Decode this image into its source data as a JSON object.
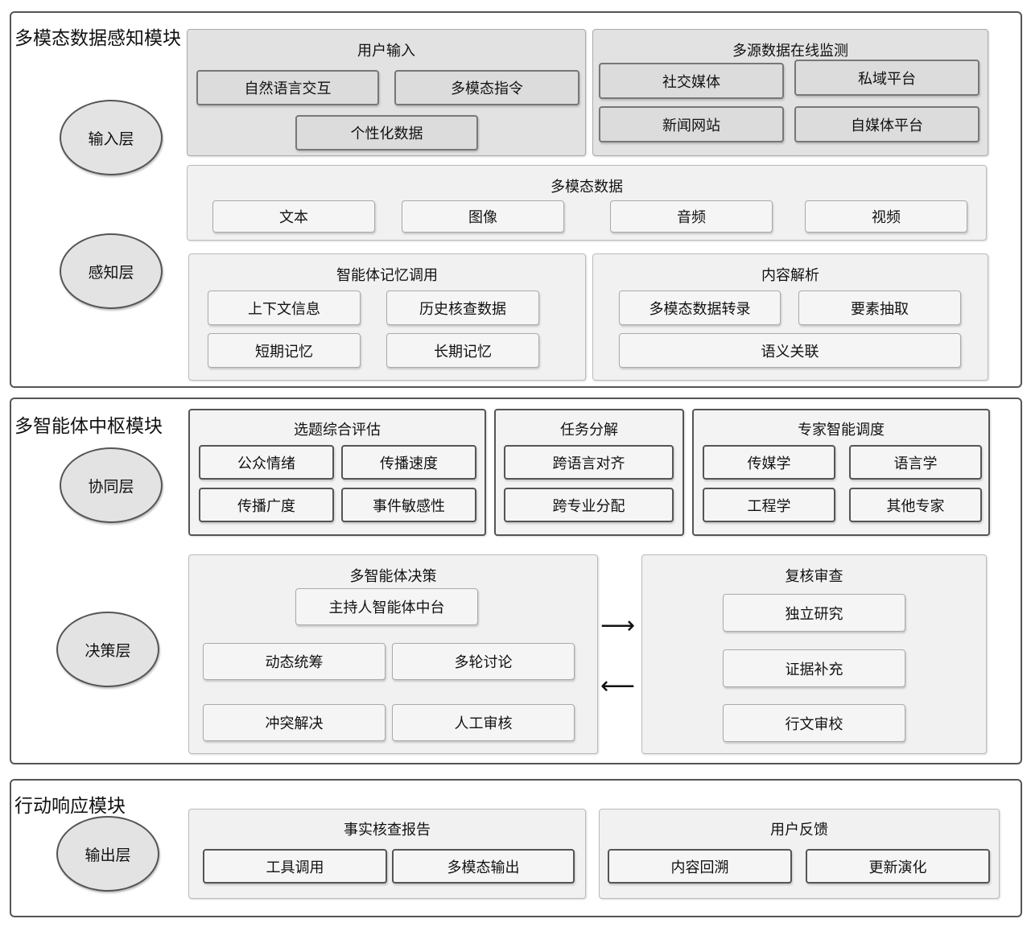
{
  "modules": {
    "perception": "多模态数据感知模块",
    "hub": "多智能体中枢模块",
    "action": "行动响应模块"
  },
  "layers": {
    "input": "输入层",
    "perception": "感知层",
    "collab": "协同层",
    "decision": "决策层",
    "output": "输出层"
  },
  "user_input": {
    "title": "用户输入",
    "items": [
      "自然语言交互",
      "多模态指令",
      "个性化数据"
    ]
  },
  "monitoring": {
    "title": "多源数据在线监测",
    "items": [
      "社交媒体",
      "私域平台",
      "新闻网站",
      "自媒体平台"
    ]
  },
  "multimodal": {
    "title": "多模态数据",
    "items": [
      "文本",
      "图像",
      "音频",
      "视频"
    ]
  },
  "memory": {
    "title": "智能体记忆调用",
    "items": [
      "上下文信息",
      "历史核查数据",
      "短期记忆",
      "长期记忆"
    ]
  },
  "parsing": {
    "title": "内容解析",
    "items": [
      "多模态数据转录",
      "要素抽取",
      "语义关联"
    ]
  },
  "topic_eval": {
    "title": "选题综合评估",
    "items": [
      "公众情绪",
      "传播速度",
      "传播广度",
      "事件敏感性"
    ]
  },
  "task_decomp": {
    "title": "任务分解",
    "items": [
      "跨语言对齐",
      "跨专业分配"
    ]
  },
  "expert": {
    "title": "专家智能调度",
    "items": [
      "传媒学",
      "语言学",
      "工程学",
      "其他专家"
    ]
  },
  "decision": {
    "title": "多智能体决策",
    "items": [
      "主持人智能体中台",
      "动态统筹",
      "多轮讨论",
      "冲突解决",
      "人工审核"
    ]
  },
  "review": {
    "title": "复核审查",
    "items": [
      "独立研究",
      "证据补充",
      "行文审校"
    ]
  },
  "report": {
    "title": "事实核查报告",
    "items": [
      "工具调用",
      "多模态输出"
    ]
  },
  "feedback": {
    "title": "用户反馈",
    "items": [
      "内容回溯",
      "更新演化"
    ]
  },
  "arrows": {
    "forward": "⟶",
    "back": "⟵"
  }
}
